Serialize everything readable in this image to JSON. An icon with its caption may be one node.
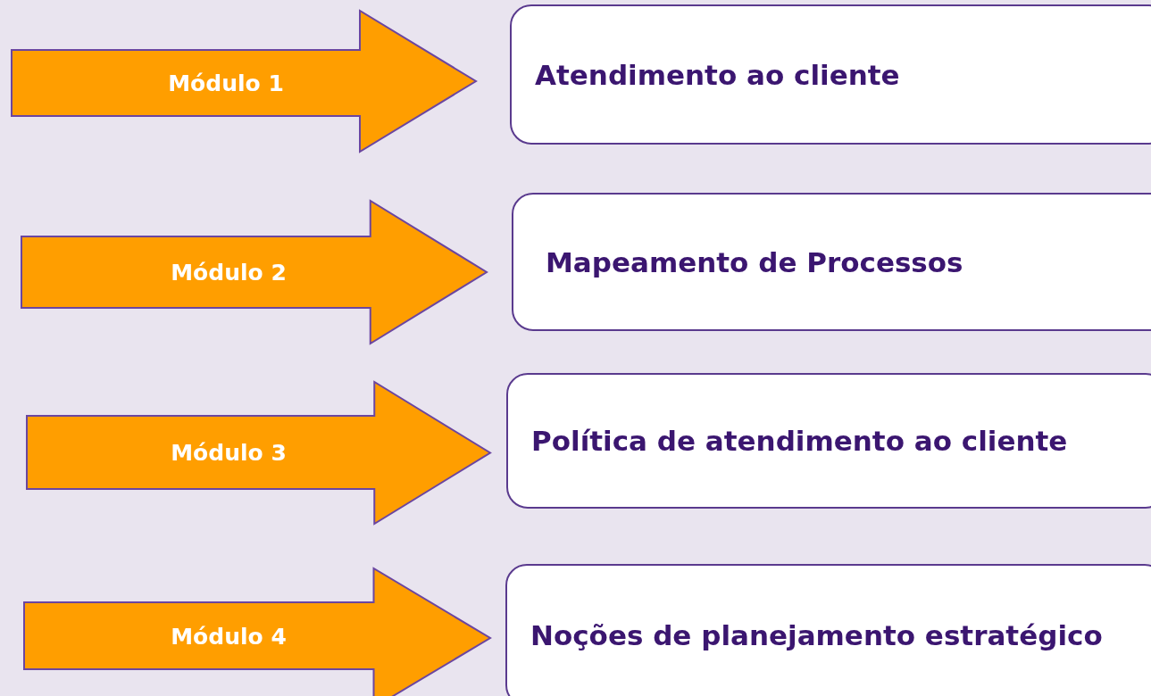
{
  "diagram": {
    "nodes": [
      {
        "text": [
          "Módulo 1"
        ]
      },
      {
        "text": [
          "Atendimento ao cliente"
        ]
      },
      {
        "text": [
          "Módulo 2"
        ]
      },
      {
        "text": [
          "Mapeamento de Processos"
        ]
      },
      {
        "text": [
          "Módulo 3"
        ]
      },
      {
        "text": [
          "Política de atendimento ao cliente"
        ]
      },
      {
        "text": [
          "Módulo 4"
        ]
      },
      {
        "text": [
          "Noções de planejamento estratégico"
        ]
      }
    ]
  }
}
